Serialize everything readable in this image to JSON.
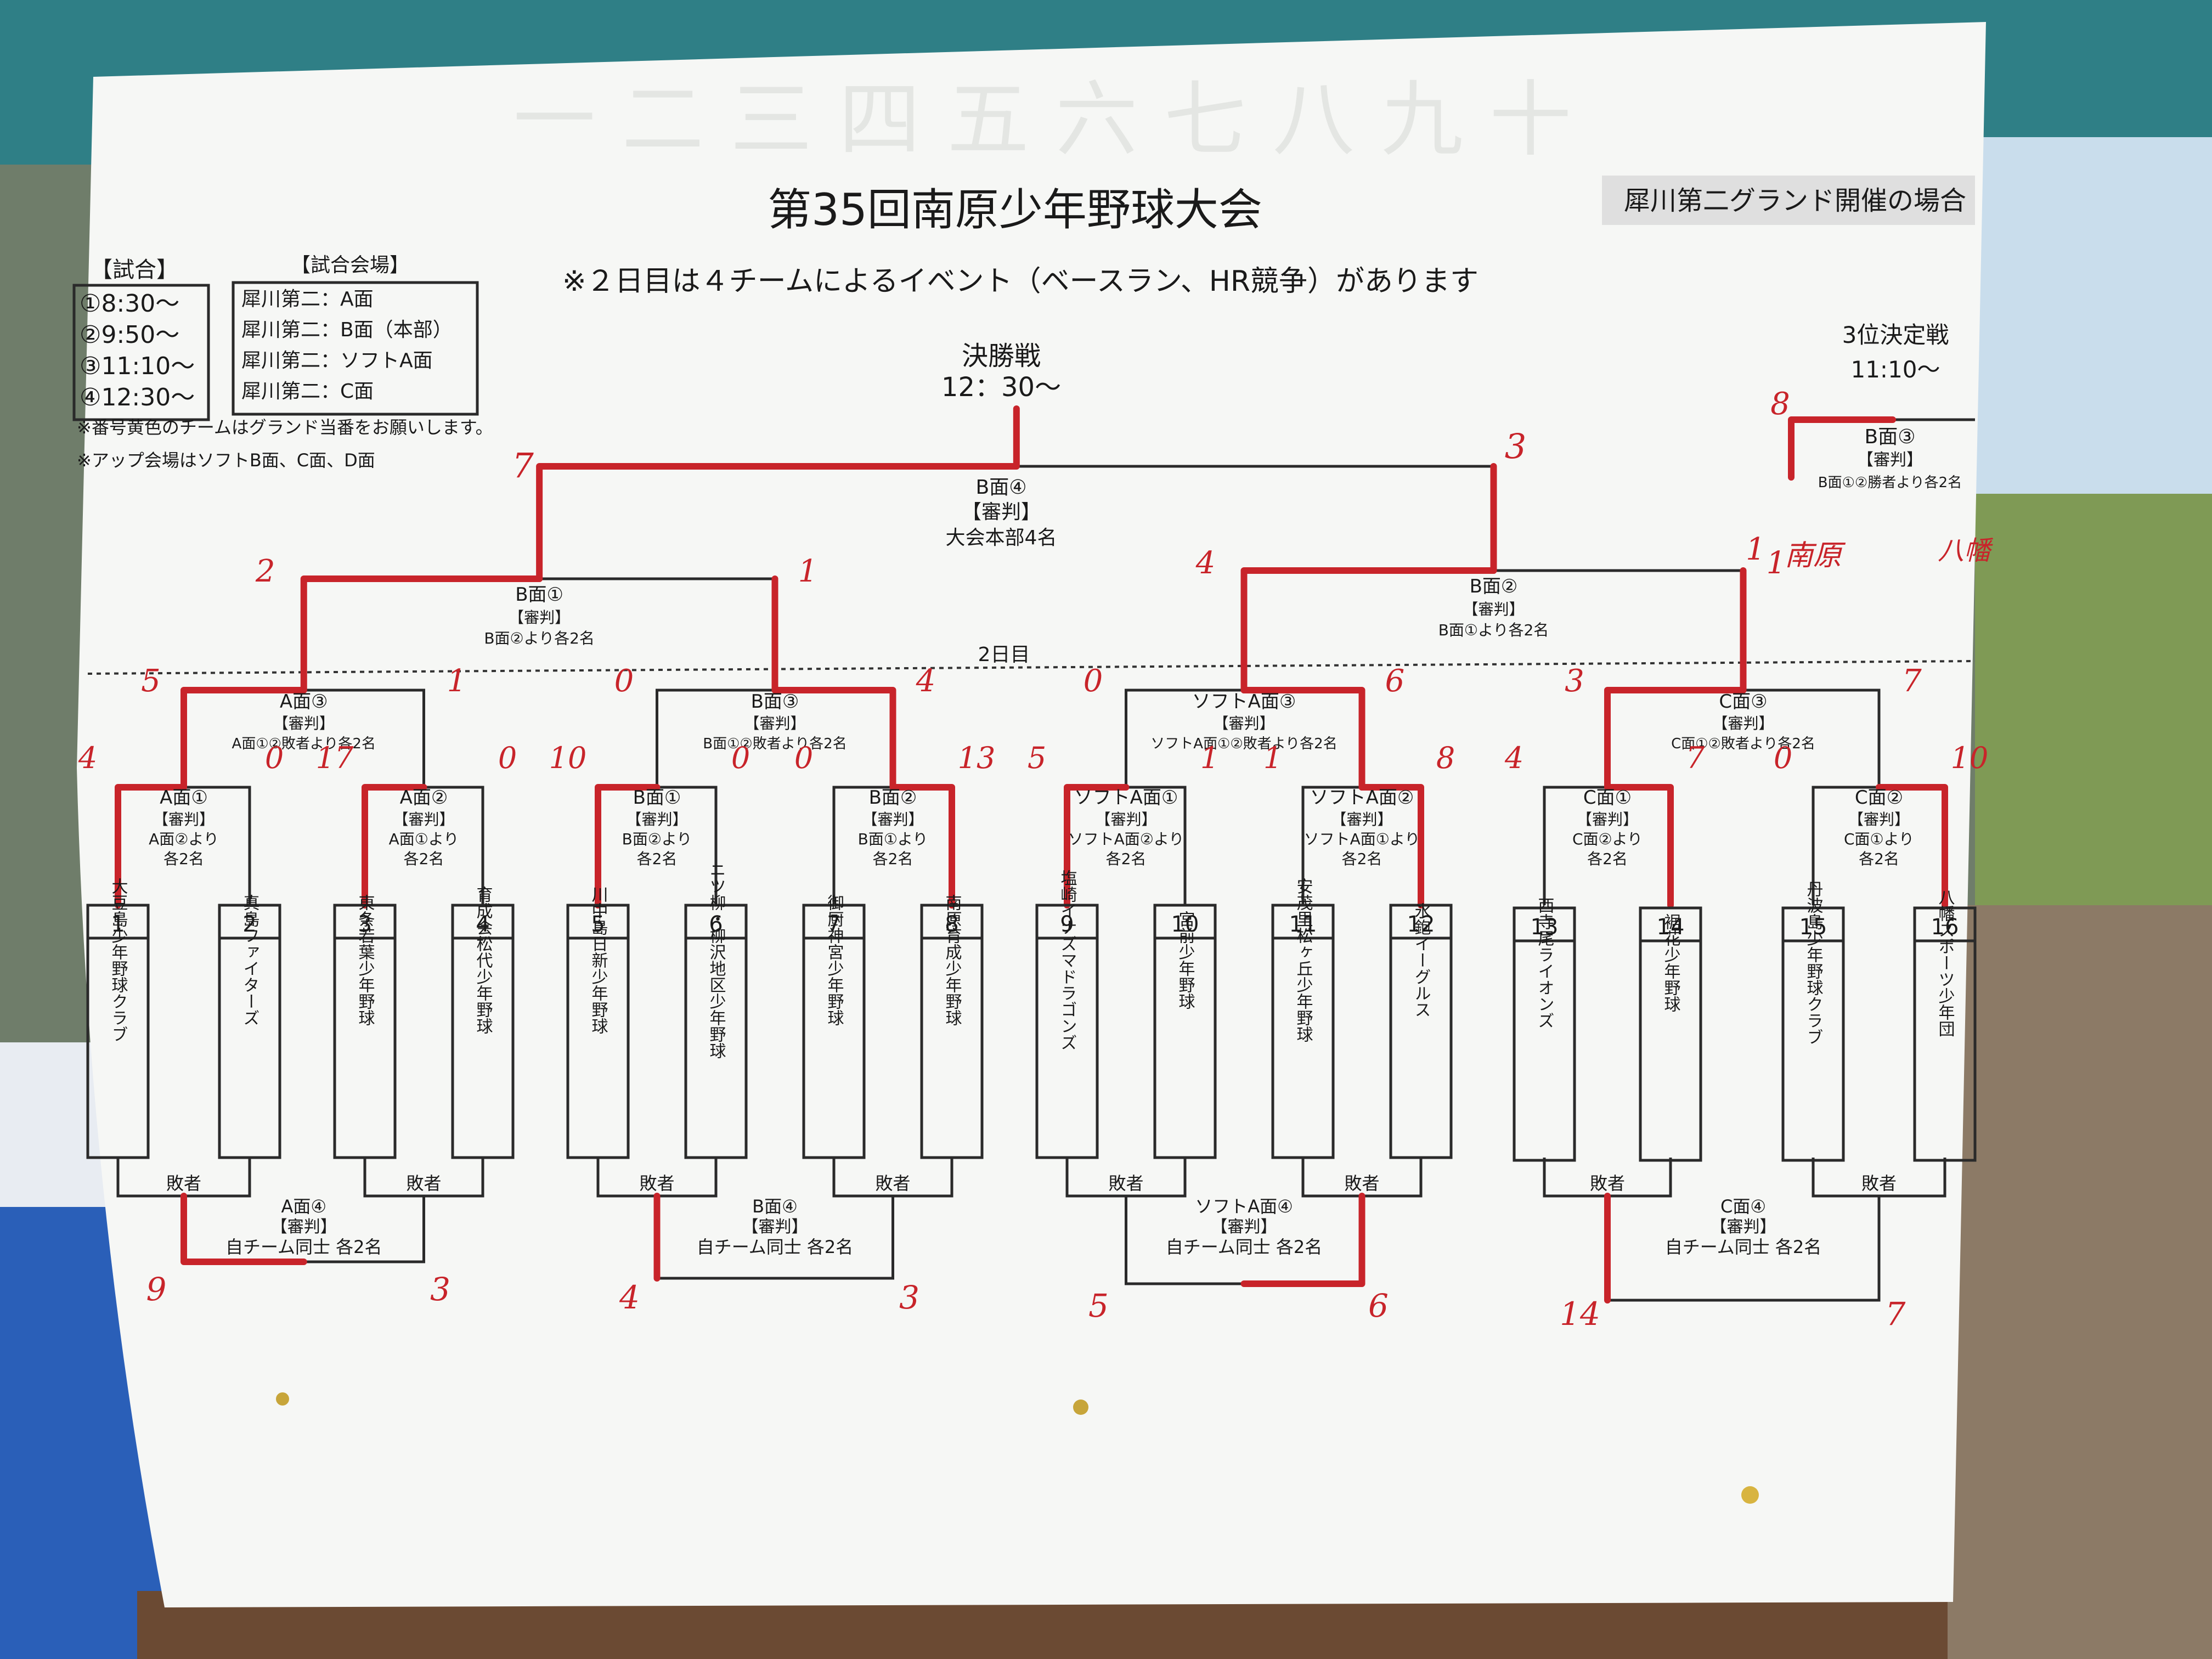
{
  "poster": {
    "title": "第35回南原少年野球大会",
    "venue_banner": "犀川第二グランド開催の場合",
    "notice": "※２日目は４チームによるイベント（ベースラン、HR競争）があります",
    "schedule_header": "【試合】",
    "schedule": [
      "①8:30～",
      "②9:50～",
      "③11:10～",
      "④12:30～"
    ],
    "venue_header": "【試合会場】",
    "venues": [
      "犀川第二：A面",
      "犀川第二：B面（本部）",
      "犀川第二：ソフトA面",
      "犀川第二：C面"
    ],
    "notes": [
      "※番号黄色のチームはグランド当番をお願いします。",
      "※アップ会場はソフトB面、C面、D面"
    ],
    "day2": "2日目",
    "faded_numerals": "一 二 三 四 五 六 七 八 九 十",
    "final": {
      "title": "決勝戦",
      "time": "12：30～",
      "field": "B面④",
      "ref": "【審判】",
      "ref_detail": "大会本部4名"
    },
    "third": {
      "title": "3位決定戦",
      "time": "11:10～",
      "field": "B面③",
      "ref": "【審判】",
      "ref_detail": "B面①②勝者より各2名"
    },
    "semis": [
      {
        "field": "B面①",
        "ref": "【審判】",
        "detail": "B面②より各2名"
      },
      {
        "field": "B面②",
        "ref": "【審判】",
        "detail": "B面①より各2名"
      }
    ],
    "quarters": [
      {
        "field": "A面③",
        "ref": "【審判】",
        "detail": "A面①②敗者より各2名"
      },
      {
        "field": "B面③",
        "ref": "【審判】",
        "detail": "B面①②敗者より各2名"
      },
      {
        "field": "ソフトA面③",
        "ref": "【審判】",
        "detail": "ソフトA面①②敗者より各2名"
      },
      {
        "field": "C面③",
        "ref": "【審判】",
        "detail": "C面①②敗者より各2名"
      }
    ],
    "round1": [
      {
        "field": "A面①",
        "ref": "【審判】",
        "detail1": "A面②より",
        "detail2": "各2名"
      },
      {
        "field": "A面②",
        "ref": "【審判】",
        "detail1": "A面①より",
        "detail2": "各2名"
      },
      {
        "field": "B面①",
        "ref": "【審判】",
        "detail1": "B面②より",
        "detail2": "各2名"
      },
      {
        "field": "B面②",
        "ref": "【審判】",
        "detail1": "B面①より",
        "detail2": "各2名"
      },
      {
        "field": "ソフトA面①",
        "ref": "【審判】",
        "detail1": "ソフトA面②より",
        "detail2": "各2名"
      },
      {
        "field": "ソフトA面②",
        "ref": "【審判】",
        "detail1": "ソフトA面①より",
        "detail2": "各2名"
      },
      {
        "field": "C面①",
        "ref": "【審判】",
        "detail1": "C面②より",
        "detail2": "各2名"
      },
      {
        "field": "C面②",
        "ref": "【審判】",
        "detail1": "C面①より",
        "detail2": "各2名"
      }
    ],
    "teams": [
      {
        "no": "1",
        "name": "大豆島少年野球クラブ"
      },
      {
        "no": "2",
        "name": "真島ファイターズ"
      },
      {
        "no": "3",
        "name": "東条若葉少年野球"
      },
      {
        "no": "4",
        "name": "育成会松代少年野球"
      },
      {
        "no": "5",
        "name": "川中島日新少年野球"
      },
      {
        "no": "6",
        "name": "ニツ柳・柳沢地区少年野球"
      },
      {
        "no": "7",
        "name": "御厨神宮少年野球"
      },
      {
        "no": "8",
        "name": "南原育成少年野球"
      },
      {
        "no": "9",
        "name": "塩崎イナズマドラゴンズ"
      },
      {
        "no": "10",
        "name": "宮前少年野球"
      },
      {
        "no": "11",
        "name": "安茂里松ヶ丘少年野球"
      },
      {
        "no": "12",
        "name": "氷鉋イーグルス"
      },
      {
        "no": "13",
        "name": "西寺尾ライオンズ"
      },
      {
        "no": "14",
        "name": "裾花少年野球"
      },
      {
        "no": "15",
        "name": "丹波島少年野球クラブ"
      },
      {
        "no": "16",
        "name": "八幡スポーツ少年団"
      }
    ],
    "loser": "敗者",
    "consolation": [
      {
        "field": "A面④",
        "ref": "【審判】",
        "detail": "自チーム同士 各2名"
      },
      {
        "field": "B面④",
        "ref": "【審判】",
        "detail": "自チーム同士 各2名"
      },
      {
        "field": "ソフトA面④",
        "ref": "【審判】",
        "detail": "自チーム同士 各2名"
      },
      {
        "field": "C面④",
        "ref": "【審判】",
        "detail": "自チーム同士 各2名"
      }
    ],
    "handwritten": {
      "r1": [
        "4",
        "0",
        "17",
        "0",
        "10",
        "0",
        "0",
        "13",
        "5",
        "1",
        "1",
        "8",
        "4",
        "7",
        "0",
        "10"
      ],
      "qf": [
        "5",
        "1",
        "0",
        "4",
        "0",
        "6",
        "3",
        "7"
      ],
      "sf": [
        "2",
        "1",
        "4",
        "1"
      ],
      "final": [
        "7",
        "3"
      ],
      "third": [
        "8",
        "1"
      ],
      "third_names": [
        "南原",
        "八幡"
      ],
      "cons": [
        "9",
        "3",
        "4",
        "3",
        "5",
        "6",
        "14",
        "7"
      ]
    }
  },
  "colors": {
    "bracket_red": "#c8242a",
    "paper": "#f6f7f5",
    "tent": "#2f7f86",
    "sky": "#c9ddec"
  }
}
